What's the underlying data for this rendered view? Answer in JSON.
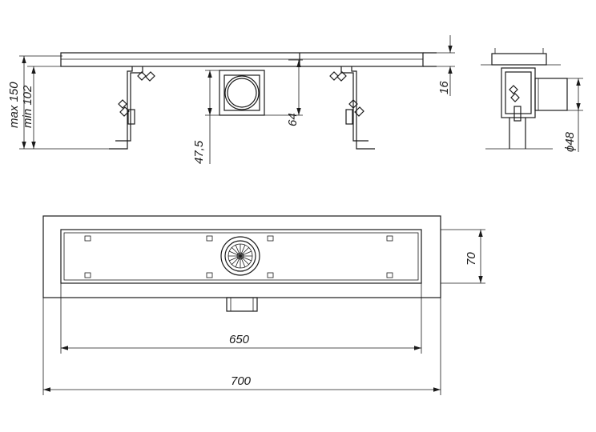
{
  "dimensions": {
    "max_height": "max 150",
    "min_height": "min 102",
    "outlet_offset": "47,5",
    "outlet_height": "64",
    "grate_thickness": "16",
    "pipe_diameter": "ϕ48",
    "channel_width": "70",
    "channel_length": "650",
    "overall_length": "700"
  }
}
